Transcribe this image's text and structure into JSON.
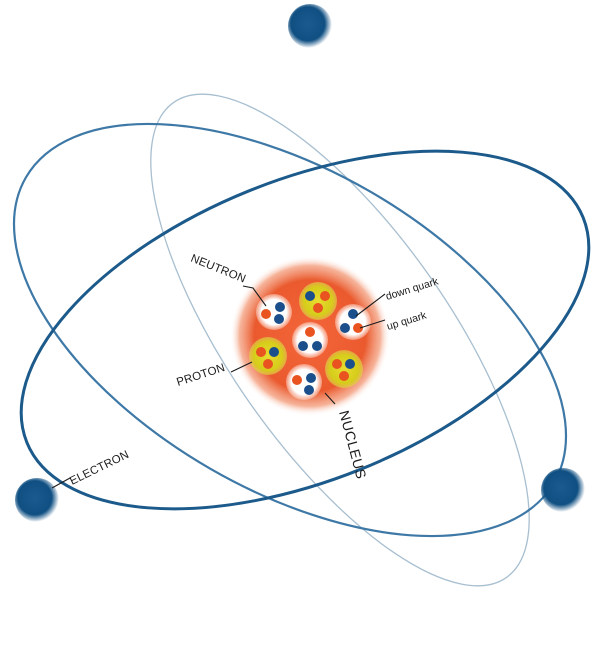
{
  "labels": {
    "neutron": "NEUTRON",
    "proton": "PROTON",
    "electron": "ELECTRON",
    "nucleus": "NUCLEUS",
    "down_quark": "down quark",
    "up_quark": "up quark"
  },
  "colors": {
    "orbit_dark": "#1b5a8a",
    "orbit_mid": "#3d78a6",
    "orbit_light": "#9db5c8",
    "electron": "#0f4f82",
    "nucleus_glow": "#e8532a",
    "proton_fill": "#d9d020",
    "neutron_fill": "#ffffff",
    "up_quark": "#e8531f",
    "down_quark": "#1a4f8c"
  }
}
